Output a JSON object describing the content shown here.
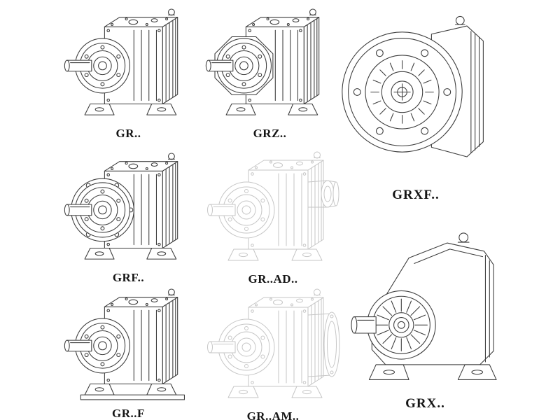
{
  "page": {
    "background": "#ffffff",
    "description": "Helical gear reducer series line-drawing catalog"
  },
  "colors": {
    "line": "#3c3c3c",
    "ghost_line": "#c6c6c6",
    "label": "#151515"
  },
  "items": [
    {
      "id": "gr",
      "label": "GR..",
      "drawing": "foot-mounted helical gear reducer",
      "style": "solid"
    },
    {
      "id": "grz",
      "label": "GRZ..",
      "drawing": "foot-mounted helical gear reducer with octagonal plate",
      "style": "solid"
    },
    {
      "id": "grxf",
      "label": "GRXF..",
      "drawing": "flange-mounted helical gear reducer with large flange",
      "style": "solid"
    },
    {
      "id": "grf",
      "label": "GRF..",
      "drawing": "flange-mounted helical gear reducer with feet",
      "style": "solid"
    },
    {
      "id": "grad",
      "label": "GR..AD..",
      "drawing": "helical gear reducer with input shaft adapter",
      "style": "ghost"
    },
    {
      "id": "grf-foot",
      "label": "GR..F",
      "drawing": "foot-mounted helical gear reducer on base plate",
      "style": "solid"
    },
    {
      "id": "gram",
      "label": "GR..AM..",
      "drawing": "helical gear reducer with motor input flange",
      "style": "ghost"
    },
    {
      "id": "grx",
      "label": "GRX..",
      "drawing": "large foot-mounted helical gear reducer",
      "style": "solid"
    }
  ]
}
